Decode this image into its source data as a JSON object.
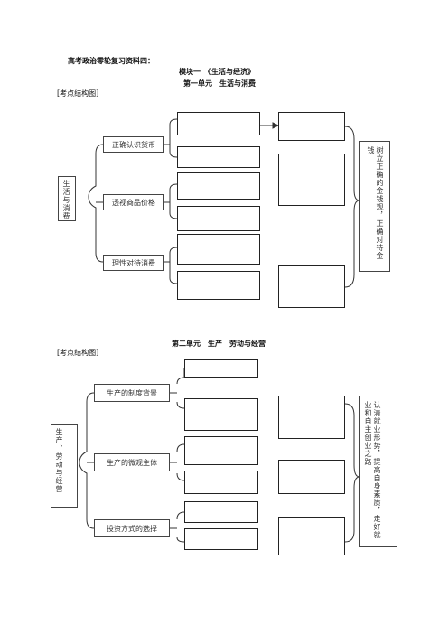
{
  "header": {
    "doc_title": "高考政治零轮复习资料四：",
    "module_title": "模块一　《生活与经济》"
  },
  "unit1": {
    "title": "第一单元　生活与消费",
    "section_label": "[考点结构图]",
    "root": "生活与消费",
    "topics": [
      "正确认识货币",
      "透视商品价格",
      "理性对待消费"
    ],
    "conclusion": "树立正确的金钱观，正确对待金钱"
  },
  "unit2": {
    "title": "第二单元　生产　劳动与经营",
    "section_label": "[考点结构图]",
    "root": "生产、劳动与经营",
    "topics": [
      "生产的制度背景",
      "生产的微观主体",
      "投资方式的选择"
    ],
    "conclusion": "认清就业形势，提高自身素质，走好就业和自主创业之路"
  }
}
